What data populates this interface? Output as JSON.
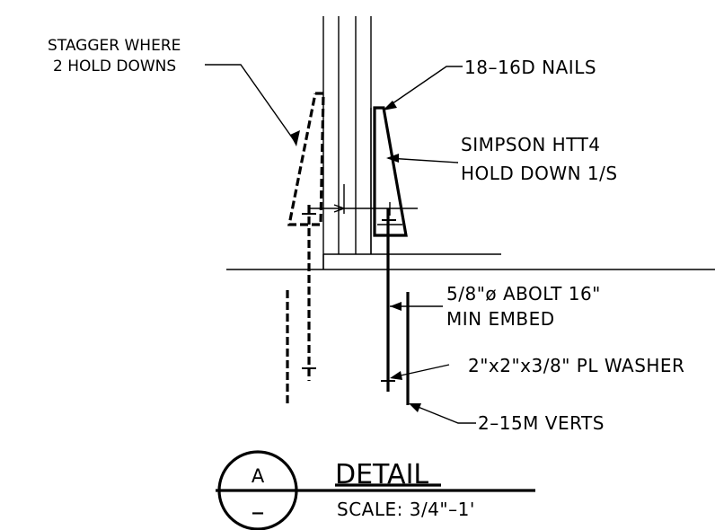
{
  "labels": {
    "stagger_line1": "STAGGER WHERE",
    "stagger_line2": "2 HOLD DOWNS",
    "nails": "18–16D NAILS",
    "simpson_line1": "SIMPSON HTT4",
    "simpson_line2": "HOLD DOWN 1/S",
    "abolt_line1": "5/8\"ø ABOLT 16\"",
    "abolt_line2": "MIN EMBED",
    "washer": "2\"x2\"x3/8\" PL WASHER",
    "verts": "2–15M VERTS"
  },
  "title_block": {
    "detail_letter": "A",
    "sheet_ref": "–",
    "title": "DETAIL",
    "scale": "SCALE: 3/4\"–1'"
  },
  "colors": {
    "linework": "#000000",
    "background": "#ffffff"
  }
}
